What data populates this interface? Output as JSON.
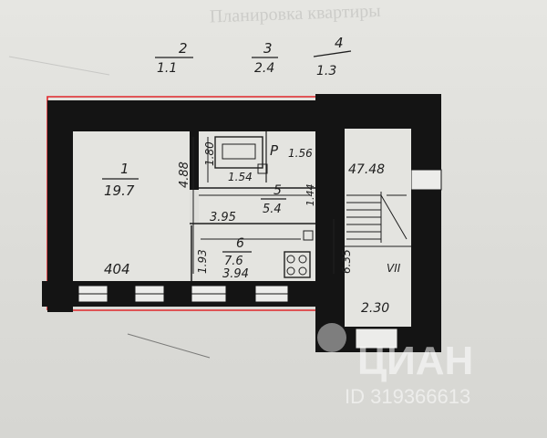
{
  "header": {
    "bleed_title": "Планировка квартиры"
  },
  "top_labels": [
    {
      "num": "2",
      "area": "1.1"
    },
    {
      "num": "3",
      "area": "2.4"
    },
    {
      "num": "4",
      "area": "1.3"
    }
  ],
  "rooms": {
    "room1": {
      "num": "1",
      "area": "19.7"
    },
    "room5": {
      "num": "5",
      "area": "5.4"
    },
    "room6": {
      "num": "6",
      "area": "7.6"
    }
  },
  "dimensions": {
    "d404": "404",
    "d488": "4.88",
    "d180": "1.80",
    "d154": "1.54",
    "d156": "1.56",
    "d144": "1.44",
    "d395": "3.95",
    "d193": "1.93",
    "d394": "3.94",
    "d635": "6.35",
    "d4748": "47.48",
    "d230": "2.30"
  },
  "stair_label": "VII",
  "meter_symbol": "Р",
  "watermark": {
    "brand": "ЦИАН",
    "id": "ID 319366613"
  },
  "colors": {
    "wall": "#141414",
    "redline": "#e0262a",
    "paper": "#dcdcd8",
    "ink": "#1f1f1f"
  }
}
